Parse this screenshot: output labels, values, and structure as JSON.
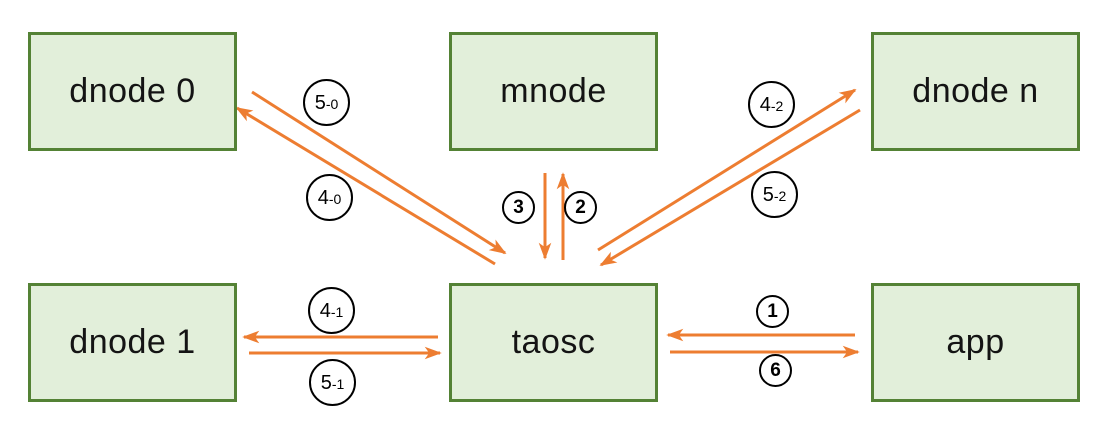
{
  "diagram": {
    "description_colors": {
      "background": "#ffffff",
      "node_fill": "#e2efda",
      "node_border": "#548235",
      "arrow": "#ed7d31",
      "label_circle_border": "#000000",
      "text": "#141414"
    },
    "nodes": {
      "dnode0": {
        "label": "dnode 0"
      },
      "mnode": {
        "label": "mnode"
      },
      "dnoden": {
        "label": "dnode n"
      },
      "dnode1": {
        "label": "dnode 1"
      },
      "taosc": {
        "label": "taosc"
      },
      "app": {
        "label": "app"
      }
    },
    "arrows": {
      "a1": {
        "label": "1",
        "from": "app",
        "to": "taosc"
      },
      "a2": {
        "label": "2",
        "from": "taosc",
        "to": "mnode"
      },
      "a3": {
        "label": "3",
        "from": "mnode",
        "to": "taosc"
      },
      "a40": {
        "label": "4-0",
        "label_first": "4",
        "label_rest": "-0",
        "from": "taosc",
        "to": "dnode 0"
      },
      "a50": {
        "label": "5-0",
        "label_first": "5",
        "label_rest": "-0",
        "from": "dnode 0",
        "to": "taosc"
      },
      "a41": {
        "label": "4-1",
        "label_first": "4",
        "label_rest": "-1",
        "from": "taosc",
        "to": "dnode 1"
      },
      "a51": {
        "label": "5-1",
        "label_first": "5",
        "label_rest": "-1",
        "from": "dnode 1",
        "to": "taosc"
      },
      "a42": {
        "label": "4-2",
        "label_first": "4",
        "label_rest": "-2",
        "from": "taosc",
        "to": "dnode n"
      },
      "a52": {
        "label": "5-2",
        "label_first": "5",
        "label_rest": "-2",
        "from": "dnode n",
        "to": "taosc"
      },
      "a6": {
        "label": "6",
        "from": "taosc",
        "to": "app"
      }
    }
  }
}
